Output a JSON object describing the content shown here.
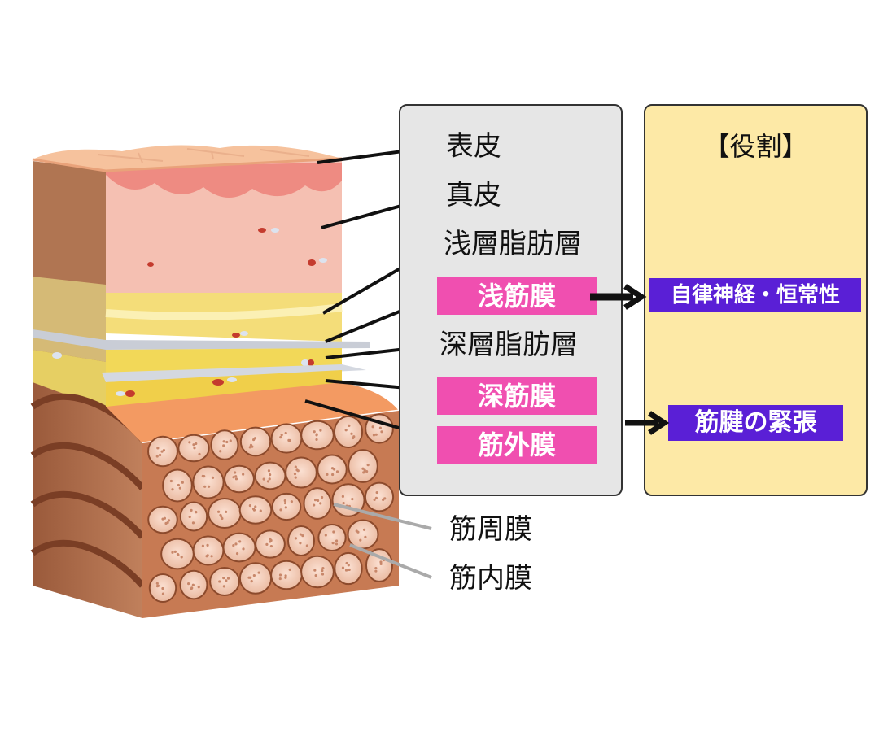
{
  "layer_labels": {
    "epidermis": "表皮",
    "dermis": "真皮",
    "superficial_fat": "浅層脂肪層",
    "superficial_fascia": "浅筋膜",
    "deep_fat": "深層脂肪層",
    "deep_fascia": "深筋膜",
    "epimysium": "筋外膜",
    "perimysium": "筋周膜",
    "endomysium": "筋内膜"
  },
  "roles": {
    "title": "【役割】",
    "superficial_role": "自律神経・恒常性",
    "deep_role": "筋腱の緊張"
  },
  "colors": {
    "highlight_pink": "#f04fb0",
    "role_purple": "#5a1fd6",
    "layers_panel_bg": "#e6e6e6",
    "roles_panel_bg": "#fde9a6"
  }
}
